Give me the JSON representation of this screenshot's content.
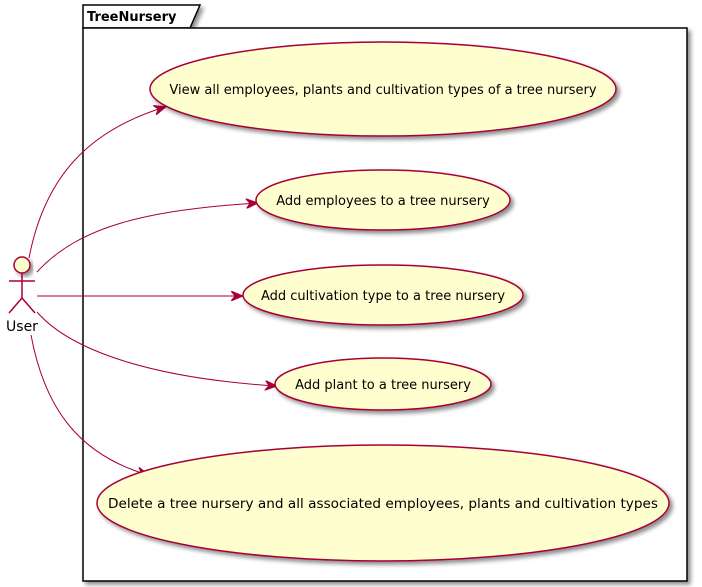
{
  "package": {
    "title": "TreeNursery"
  },
  "actor": {
    "label": "User"
  },
  "use_cases": [
    {
      "id": "view-all",
      "label": "View all employees, plants and cultivation types of a tree nursery"
    },
    {
      "id": "add-employees",
      "label": "Add employees to a tree nursery"
    },
    {
      "id": "add-cultivation",
      "label": "Add cultivation type to a tree nursery"
    },
    {
      "id": "add-plant",
      "label": "Add plant to a tree nursery"
    },
    {
      "id": "delete-nursery",
      "label": "Delete a tree nursery and all associated employees, plants and cultivation types"
    }
  ],
  "colors": {
    "use_case_fill": "#FEFECE",
    "stroke": "#A80036",
    "package_border": "#000000"
  }
}
